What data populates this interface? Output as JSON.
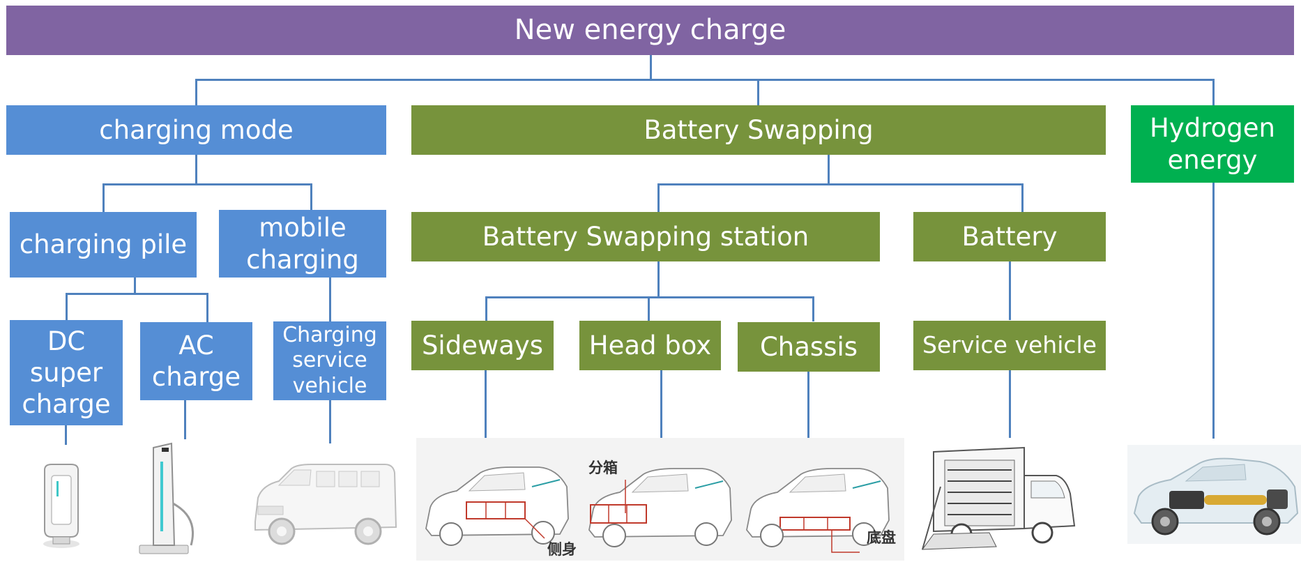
{
  "title": "New energy charge",
  "branches": {
    "charging_mode": "charging mode",
    "battery_swapping": "Battery Swapping",
    "hydrogen": "Hydrogen energy"
  },
  "charging": {
    "pile": "charging pile",
    "mobile": "mobile charging",
    "dc": "DC super charge",
    "ac": "AC charge",
    "service": "Charging service vehicle"
  },
  "swapping": {
    "station": "Battery Swapping station",
    "battery": "Battery",
    "sideways": "Sideways",
    "headbox": "Head box",
    "chassis": "Chassis",
    "service_vehicle": "Service vehicle",
    "image_labels": {
      "headbox": "分箱",
      "side": "侧身",
      "chassis": "底盘"
    }
  },
  "colors": {
    "title": "#8064a2",
    "charging": "#558ed5",
    "swapping": "#77933c",
    "hydrogen": "#00b050",
    "connector": "#4f81bd"
  }
}
